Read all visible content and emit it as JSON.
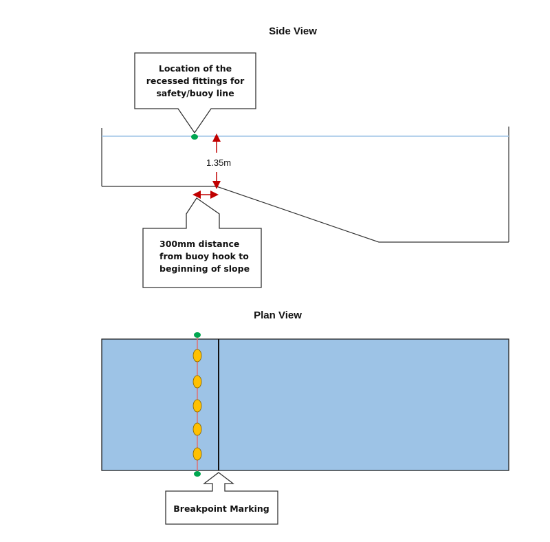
{
  "side_view": {
    "title": "Side View",
    "depth_label": "1.35m",
    "fittings_callout": [
      "Location of the",
      "recessed fittings for",
      "safety/buoy line"
    ],
    "slope_callout": [
      "300mm distance",
      "from buoy hook to",
      "beginning of slope"
    ]
  },
  "plan_view": {
    "title": "Plan View",
    "breakpoint_callout": "Breakpoint Marking"
  },
  "colors": {
    "water": "#9dc3e6",
    "waterline": "#9dc3e6",
    "arrow": "#c00000",
    "hook": "#00a650",
    "buoy": "#ffc000",
    "rope": "#e07070",
    "outline": "#000000"
  }
}
